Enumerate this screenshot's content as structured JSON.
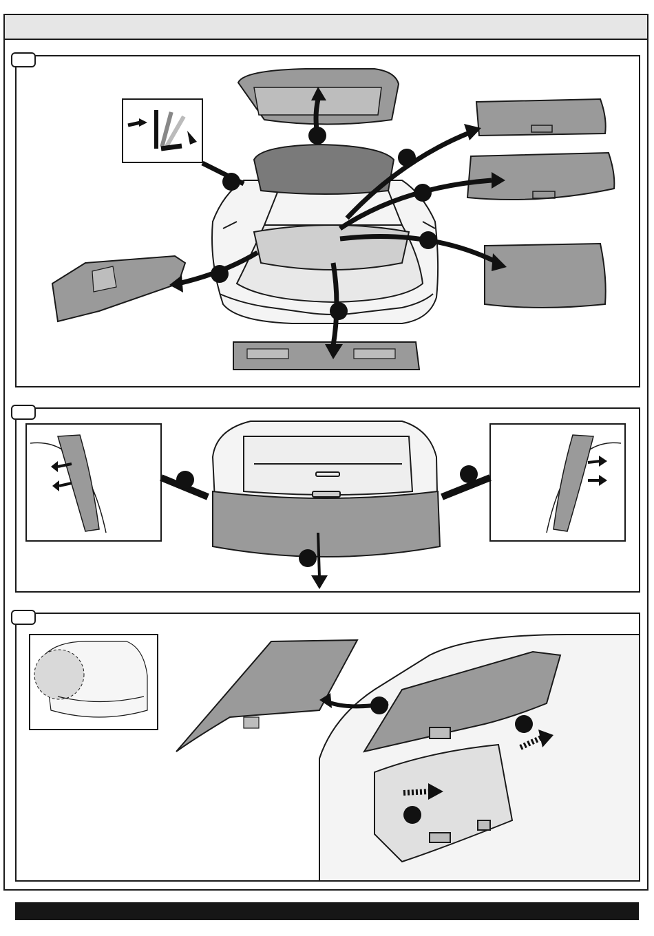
{
  "header": {
    "title": ""
  },
  "steps": [
    {
      "label": "",
      "callouts": 7
    },
    {
      "label": "",
      "callouts": 3
    },
    {
      "label": "",
      "callouts": 3
    }
  ],
  "colors": {
    "line": "#1a1a1a",
    "part_fill": "#8c8c8c",
    "part_light": "#d9d9d9",
    "callout_fill": "#111111",
    "header_bg": "#e6e6e6",
    "footer_bg": "#161616"
  },
  "icons": {
    "callout": "filled-circle-marker",
    "arrow": "removal-arrow",
    "dashed_arrow": "push-direction-arrow",
    "tool": "trim-removal-tool-icon"
  },
  "footer": {
    "text": ""
  }
}
